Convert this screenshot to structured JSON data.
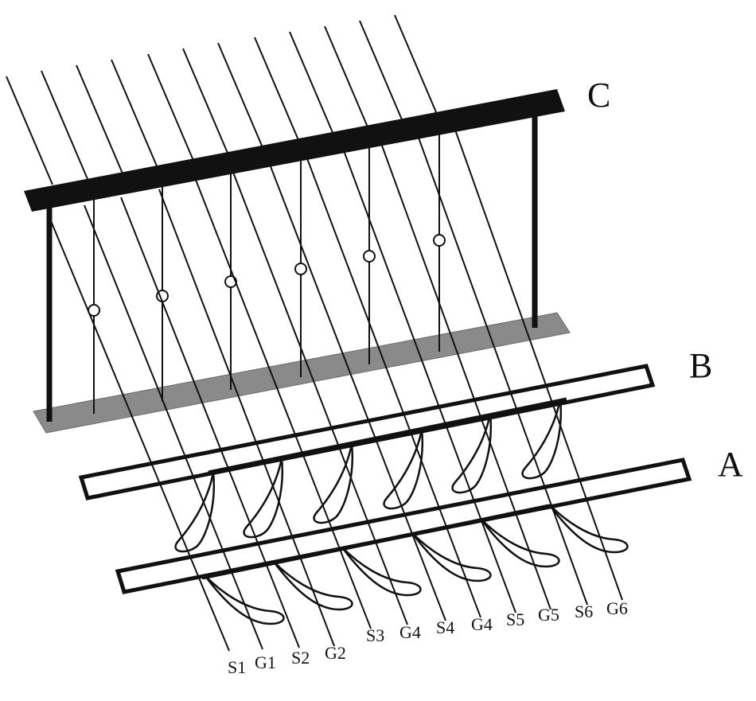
{
  "labels": {
    "frame": "C",
    "upper_bar": "B",
    "lower_bar": "A"
  },
  "threads": [
    "S1",
    "G1",
    "S2",
    "G2",
    "S3",
    "G4",
    "S4",
    "G4",
    "S5",
    "G5",
    "S6",
    "G6"
  ],
  "colors": {
    "ink": "#111111",
    "base_plate": "#8a8a8a",
    "bar_fill": "#ffffff",
    "background": "#ffffff"
  }
}
